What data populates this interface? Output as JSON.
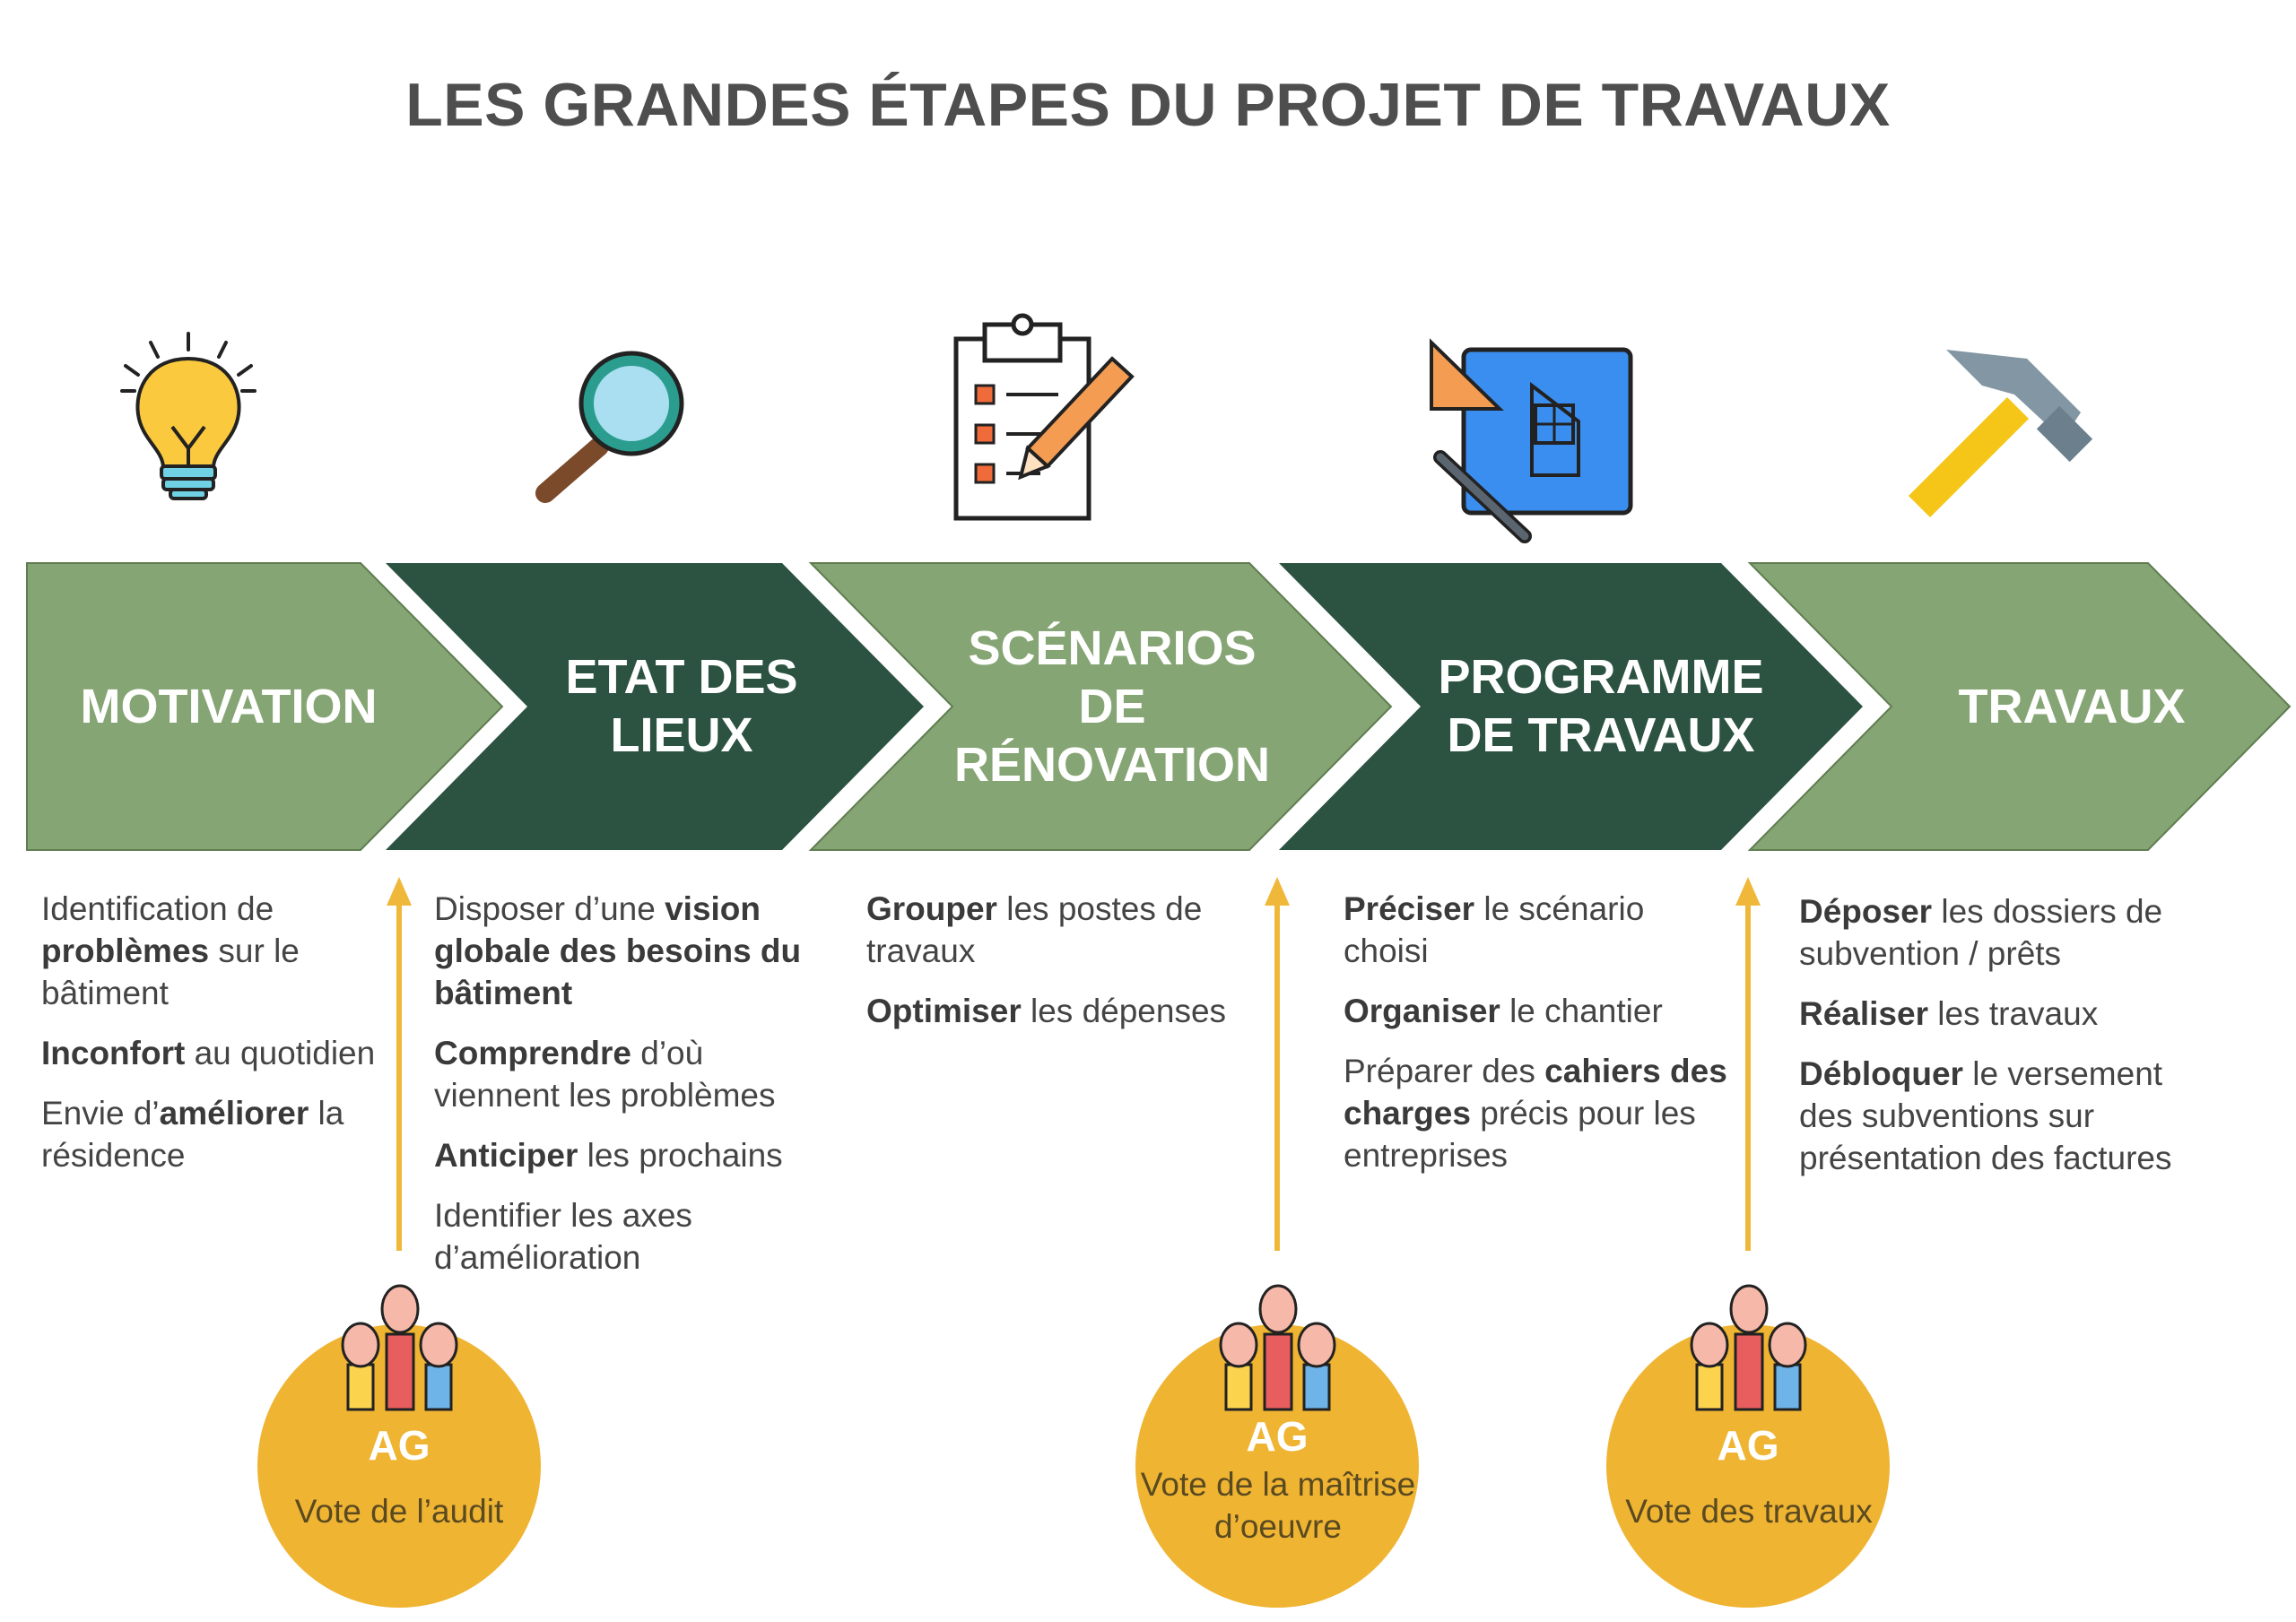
{
  "title": "LES GRANDES ÉTAPES DU PROJET DE TRAVAUX",
  "colors": {
    "light_green": "#86a574",
    "dark_green": "#2c5341",
    "arrow_yellow": "#f0b83a",
    "ag_circle": "#f0b433"
  },
  "steps": [
    {
      "label": "MOTIVATION",
      "icon": "lightbulb-icon",
      "desc": [
        [
          {
            "t": "Identification de "
          },
          {
            "t": "problèmes",
            "b": true
          },
          {
            "t": " sur le bâtiment"
          }
        ],
        [
          {
            "t": "Inconfort",
            "b": true
          },
          {
            "t": " au quotidien"
          }
        ],
        [
          {
            "t": "Envie d’"
          },
          {
            "t": "améliorer",
            "b": true
          },
          {
            "t": " la résidence"
          }
        ]
      ]
    },
    {
      "label": "ETAT DES LIEUX",
      "icon": "magnifying-glass-icon",
      "desc": [
        [
          {
            "t": "Disposer d’une "
          },
          {
            "t": "vision globale des besoins du bâtiment",
            "b": true
          }
        ],
        [
          {
            "t": "Comprendre",
            "b": true
          },
          {
            "t": " d’où viennent les problèmes"
          }
        ],
        [
          {
            "t": "Anticiper",
            "b": true
          },
          {
            "t": " les prochains"
          }
        ],
        [
          {
            "t": "Identifier les axes d’amélioration"
          }
        ]
      ]
    },
    {
      "label": "SCÉNARIOS DE RÉNOVATION",
      "icon": "clipboard-checklist-icon",
      "desc": [
        [
          {
            "t": "Grouper",
            "b": true
          },
          {
            "t": " les postes de travaux"
          }
        ],
        [
          {
            "t": "Optimiser",
            "b": true
          },
          {
            "t": " les dépenses"
          }
        ]
      ]
    },
    {
      "label": "PROGRAMME DE TRAVAUX",
      "icon": "blueprint-icon",
      "desc": [
        [
          {
            "t": "Préciser",
            "b": true
          },
          {
            "t": " le scénario choisi"
          }
        ],
        [
          {
            "t": "Organiser",
            "b": true
          },
          {
            "t": " le chantier"
          }
        ],
        [
          {
            "t": "Préparer des "
          },
          {
            "t": "cahiers des charges",
            "b": true
          },
          {
            "t": " précis pour les entreprises"
          }
        ]
      ]
    },
    {
      "label": "TRAVAUX",
      "icon": "hammer-icon",
      "desc": [
        [
          {
            "t": "Déposer",
            "b": true
          },
          {
            "t": " les dossiers de subvention / prêts"
          }
        ],
        [
          {
            "t": "Réaliser",
            "b": true
          },
          {
            "t": " les travaux"
          }
        ],
        [
          {
            "t": "Débloquer",
            "b": true
          },
          {
            "t": " le versement des subventions sur présentation des factures"
          }
        ]
      ]
    }
  ],
  "votes": [
    {
      "title": "AG",
      "text": "Vote de l’audit",
      "icon": "raised-hands-icon"
    },
    {
      "title": "AG",
      "text": "Vote de la maîtrise d’oeuvre",
      "icon": "raised-hands-icon"
    },
    {
      "title": "AG",
      "text": "Vote des travaux",
      "icon": "raised-hands-icon"
    }
  ]
}
